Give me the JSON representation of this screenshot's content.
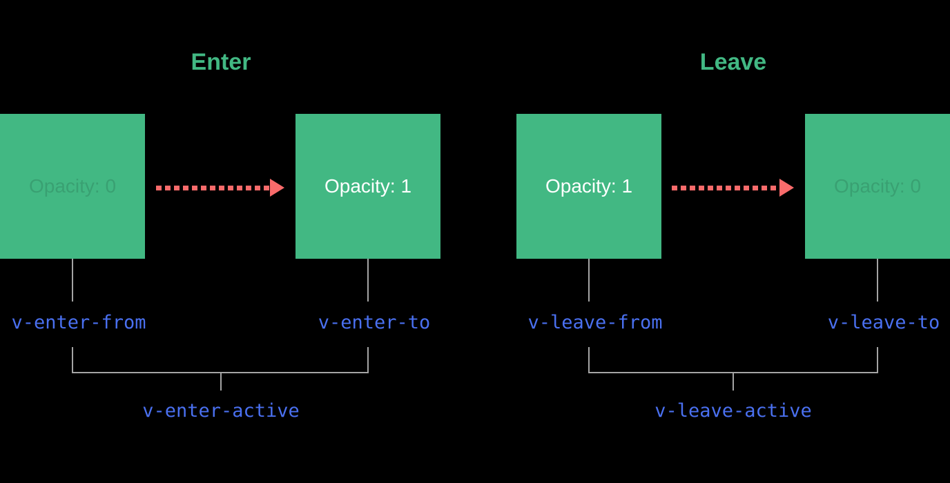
{
  "diagram": {
    "background_color": "#000000",
    "colors": {
      "box_green": "#42b883",
      "title_green": "#42b883",
      "arrow_red": "#f96b6b",
      "label_blue": "#4a70f0",
      "connector_gray": "#a5a5a5",
      "box_text_white": "#ffffff"
    },
    "enter": {
      "title": "Enter",
      "from_box_text": "Opacity: 0",
      "to_box_text": "Opacity: 1",
      "from_label": "v-enter-from",
      "to_label": "v-enter-to",
      "active_label": "v-enter-active"
    },
    "leave": {
      "title": "Leave",
      "from_box_text": "Opacity: 1",
      "to_box_text": "Opacity: 0",
      "from_label": "v-leave-from",
      "to_label": "v-leave-to",
      "active_label": "v-leave-active"
    }
  }
}
